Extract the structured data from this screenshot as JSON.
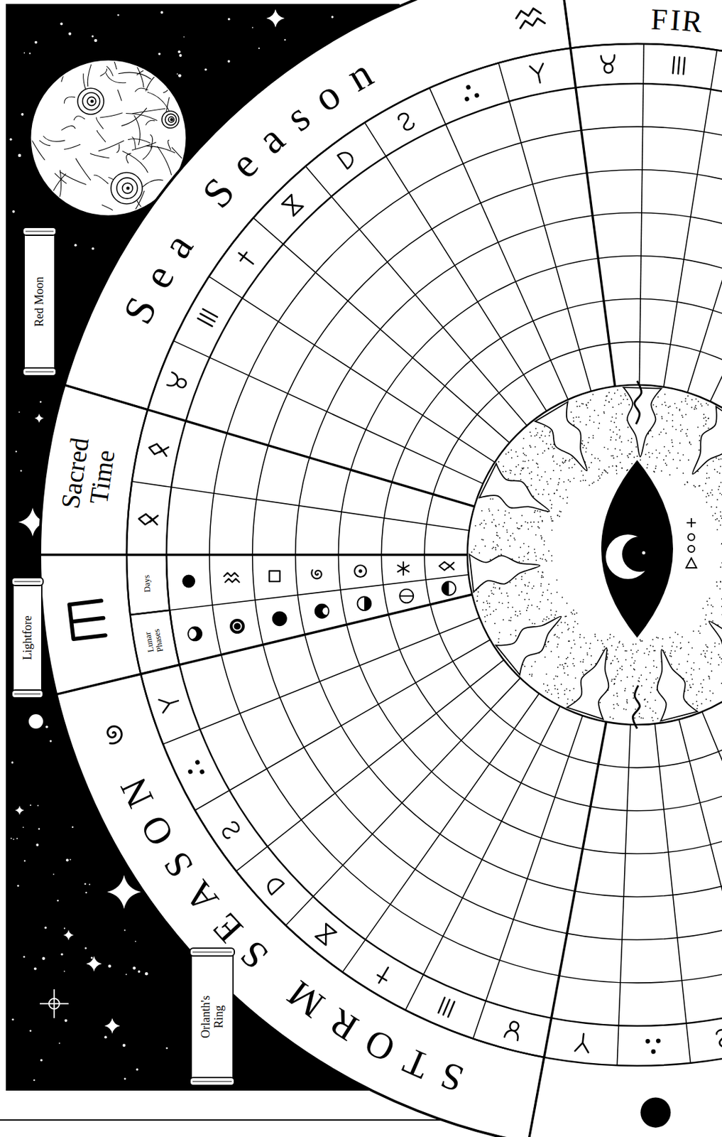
{
  "diagram": {
    "nodes": [
      {
        "text": [
          "FIR"
        ]
      },
      {
        "text": [
          "Sea Season"
        ]
      },
      {
        "text": [
          "Red Moon"
        ]
      },
      {
        "text": [
          "Sacred Time"
        ]
      },
      {
        "text": [
          "Lightfore"
        ]
      },
      {
        "text": [
          "Days"
        ]
      },
      {
        "text": [
          "Lunar Phases"
        ]
      },
      {
        "text": [
          "STORM SEASON"
        ]
      },
      {
        "text": [
          "Orlanth's Ring"
        ]
      }
    ]
  }
}
